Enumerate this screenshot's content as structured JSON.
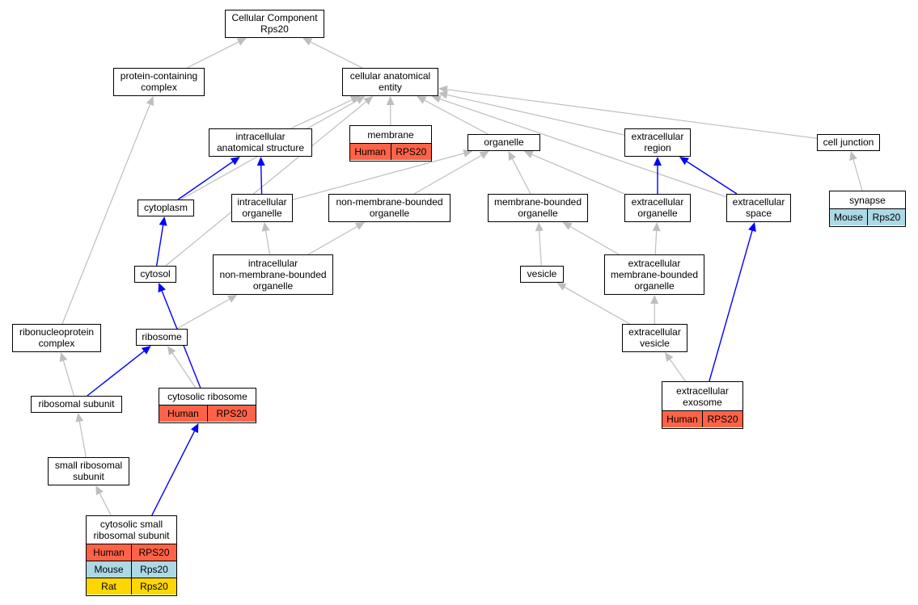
{
  "colors": {
    "human": "#ff6347",
    "mouse": "#add8e6",
    "rat": "#ffd700",
    "edge_gray": "#bebebe",
    "edge_blue": "#0000ff"
  },
  "nodes": {
    "root": {
      "lines": [
        "Cellular Component",
        "Rps20"
      ]
    },
    "protein_complex": {
      "lines": [
        "protein-containing",
        "complex"
      ]
    },
    "cellular_anatomical_entity": {
      "lines": [
        "cellular anatomical",
        "entity"
      ]
    },
    "intracellular_anatomical_structure": {
      "lines": [
        "intracellular",
        "anatomical structure"
      ]
    },
    "membrane": {
      "lines": [
        "membrane"
      ],
      "rows": [
        {
          "species": "Human",
          "gene": "RPS20",
          "color": "#ff6347"
        }
      ]
    },
    "organelle": {
      "lines": [
        "organelle"
      ]
    },
    "extracellular_region": {
      "lines": [
        "extracellular",
        "region"
      ]
    },
    "cell_junction": {
      "lines": [
        "cell junction"
      ]
    },
    "synapse": {
      "lines": [
        "synapse"
      ],
      "rows": [
        {
          "species": "Mouse",
          "gene": "Rps20",
          "color": "#add8e6"
        }
      ]
    },
    "cytoplasm": {
      "lines": [
        "cytoplasm"
      ]
    },
    "intracellular_organelle": {
      "lines": [
        "intracellular",
        "organelle"
      ]
    },
    "non_membrane_bounded_organelle": {
      "lines": [
        "non-membrane-bounded",
        "organelle"
      ]
    },
    "membrane_bounded_organelle": {
      "lines": [
        "membrane-bounded",
        "organelle"
      ]
    },
    "extracellular_organelle": {
      "lines": [
        "extracellular",
        "organelle"
      ]
    },
    "extracellular_space": {
      "lines": [
        "extracellular",
        "space"
      ]
    },
    "cytosol": {
      "lines": [
        "cytosol"
      ]
    },
    "intracellular_nmb_organelle": {
      "lines": [
        "intracellular",
        "non-membrane-bounded",
        "organelle"
      ]
    },
    "vesicle": {
      "lines": [
        "vesicle"
      ]
    },
    "extracellular_mb_organelle": {
      "lines": [
        "extracellular",
        "membrane-bounded",
        "organelle"
      ]
    },
    "ribonucleoprotein_complex": {
      "lines": [
        "ribonucleoprotein",
        "complex"
      ]
    },
    "ribosome": {
      "lines": [
        "ribosome"
      ]
    },
    "extracellular_vesicle": {
      "lines": [
        "extracellular",
        "vesicle"
      ]
    },
    "ribosomal_subunit": {
      "lines": [
        "ribosomal subunit"
      ]
    },
    "cytosolic_ribosome": {
      "lines": [
        "cytosolic ribosome"
      ],
      "rows": [
        {
          "species": "Human",
          "gene": "RPS20",
          "color": "#ff6347"
        }
      ]
    },
    "extracellular_exosome": {
      "lines": [
        "extracellular",
        "exosome"
      ],
      "rows": [
        {
          "species": "Human",
          "gene": "RPS20",
          "color": "#ff6347"
        }
      ]
    },
    "small_ribosomal_subunit": {
      "lines": [
        "small ribosomal",
        "subunit"
      ]
    },
    "cytosolic_small_ribosomal_subunit": {
      "lines": [
        "cytosolic small",
        "ribosomal subunit"
      ],
      "rows": [
        {
          "species": "Human",
          "gene": "RPS20",
          "color": "#ff6347"
        },
        {
          "species": "Mouse",
          "gene": "Rps20",
          "color": "#add8e6"
        },
        {
          "species": "Rat",
          "gene": "Rps20",
          "color": "#ffd700"
        }
      ]
    }
  },
  "edges": [
    {
      "from": "protein_complex",
      "to": "root",
      "style": "gray"
    },
    {
      "from": "cellular_anatomical_entity",
      "to": "root",
      "style": "gray"
    },
    {
      "from": "intracellular_anatomical_structure",
      "to": "cellular_anatomical_entity",
      "style": "gray"
    },
    {
      "from": "membrane",
      "to": "cellular_anatomical_entity",
      "style": "gray"
    },
    {
      "from": "organelle",
      "to": "cellular_anatomical_entity",
      "style": "gray"
    },
    {
      "from": "extracellular_region",
      "to": "cellular_anatomical_entity",
      "style": "gray"
    },
    {
      "from": "cell_junction",
      "to": "cellular_anatomical_entity",
      "style": "gray"
    },
    {
      "from": "cytoplasm",
      "to": "cellular_anatomical_entity",
      "style": "gray"
    },
    {
      "from": "cytosol",
      "to": "cellular_anatomical_entity",
      "style": "gray"
    },
    {
      "from": "extracellular_space",
      "to": "cellular_anatomical_entity",
      "style": "gray"
    },
    {
      "from": "synapse",
      "to": "cell_junction",
      "style": "gray"
    },
    {
      "from": "cytoplasm",
      "to": "intracellular_anatomical_structure",
      "style": "blue"
    },
    {
      "from": "intracellular_organelle",
      "to": "intracellular_anatomical_structure",
      "style": "blue"
    },
    {
      "from": "intracellular_organelle",
      "to": "organelle",
      "style": "gray"
    },
    {
      "from": "non_membrane_bounded_organelle",
      "to": "organelle",
      "style": "gray"
    },
    {
      "from": "membrane_bounded_organelle",
      "to": "organelle",
      "style": "gray"
    },
    {
      "from": "extracellular_organelle",
      "to": "organelle",
      "style": "gray"
    },
    {
      "from": "extracellular_organelle",
      "to": "extracellular_region",
      "style": "blue"
    },
    {
      "from": "extracellular_space",
      "to": "extracellular_region",
      "style": "blue"
    },
    {
      "from": "cytosol",
      "to": "cytoplasm",
      "style": "blue"
    },
    {
      "from": "intracellular_nmb_organelle",
      "to": "intracellular_organelle",
      "style": "gray"
    },
    {
      "from": "intracellular_nmb_organelle",
      "to": "non_membrane_bounded_organelle",
      "style": "gray"
    },
    {
      "from": "vesicle",
      "to": "membrane_bounded_organelle",
      "style": "gray"
    },
    {
      "from": "extracellular_mb_organelle",
      "to": "membrane_bounded_organelle",
      "style": "gray"
    },
    {
      "from": "extracellular_mb_organelle",
      "to": "extracellular_organelle",
      "style": "gray"
    },
    {
      "from": "ribonucleoprotein_complex",
      "to": "protein_complex",
      "style": "gray"
    },
    {
      "from": "ribosome",
      "to": "intracellular_nmb_organelle",
      "style": "gray"
    },
    {
      "from": "extracellular_vesicle",
      "to": "vesicle",
      "style": "gray"
    },
    {
      "from": "extracellular_vesicle",
      "to": "extracellular_mb_organelle",
      "style": "gray"
    },
    {
      "from": "ribosomal_subunit",
      "to": "ribonucleoprotein_complex",
      "style": "gray"
    },
    {
      "from": "ribosomal_subunit",
      "to": "ribosome",
      "style": "blue"
    },
    {
      "from": "cytosolic_ribosome",
      "to": "ribosome",
      "style": "gray"
    },
    {
      "from": "cytosolic_ribosome",
      "to": "cytosol",
      "style": "blue"
    },
    {
      "from": "extracellular_exosome",
      "to": "extracellular_vesicle",
      "style": "gray"
    },
    {
      "from": "extracellular_exosome",
      "to": "extracellular_space",
      "style": "blue"
    },
    {
      "from": "small_ribosomal_subunit",
      "to": "ribosomal_subunit",
      "style": "gray"
    },
    {
      "from": "cytosolic_small_ribosomal_subunit",
      "to": "small_ribosomal_subunit",
      "style": "gray"
    },
    {
      "from": "cytosolic_small_ribosomal_subunit",
      "to": "cytosolic_ribosome",
      "style": "blue"
    }
  ]
}
